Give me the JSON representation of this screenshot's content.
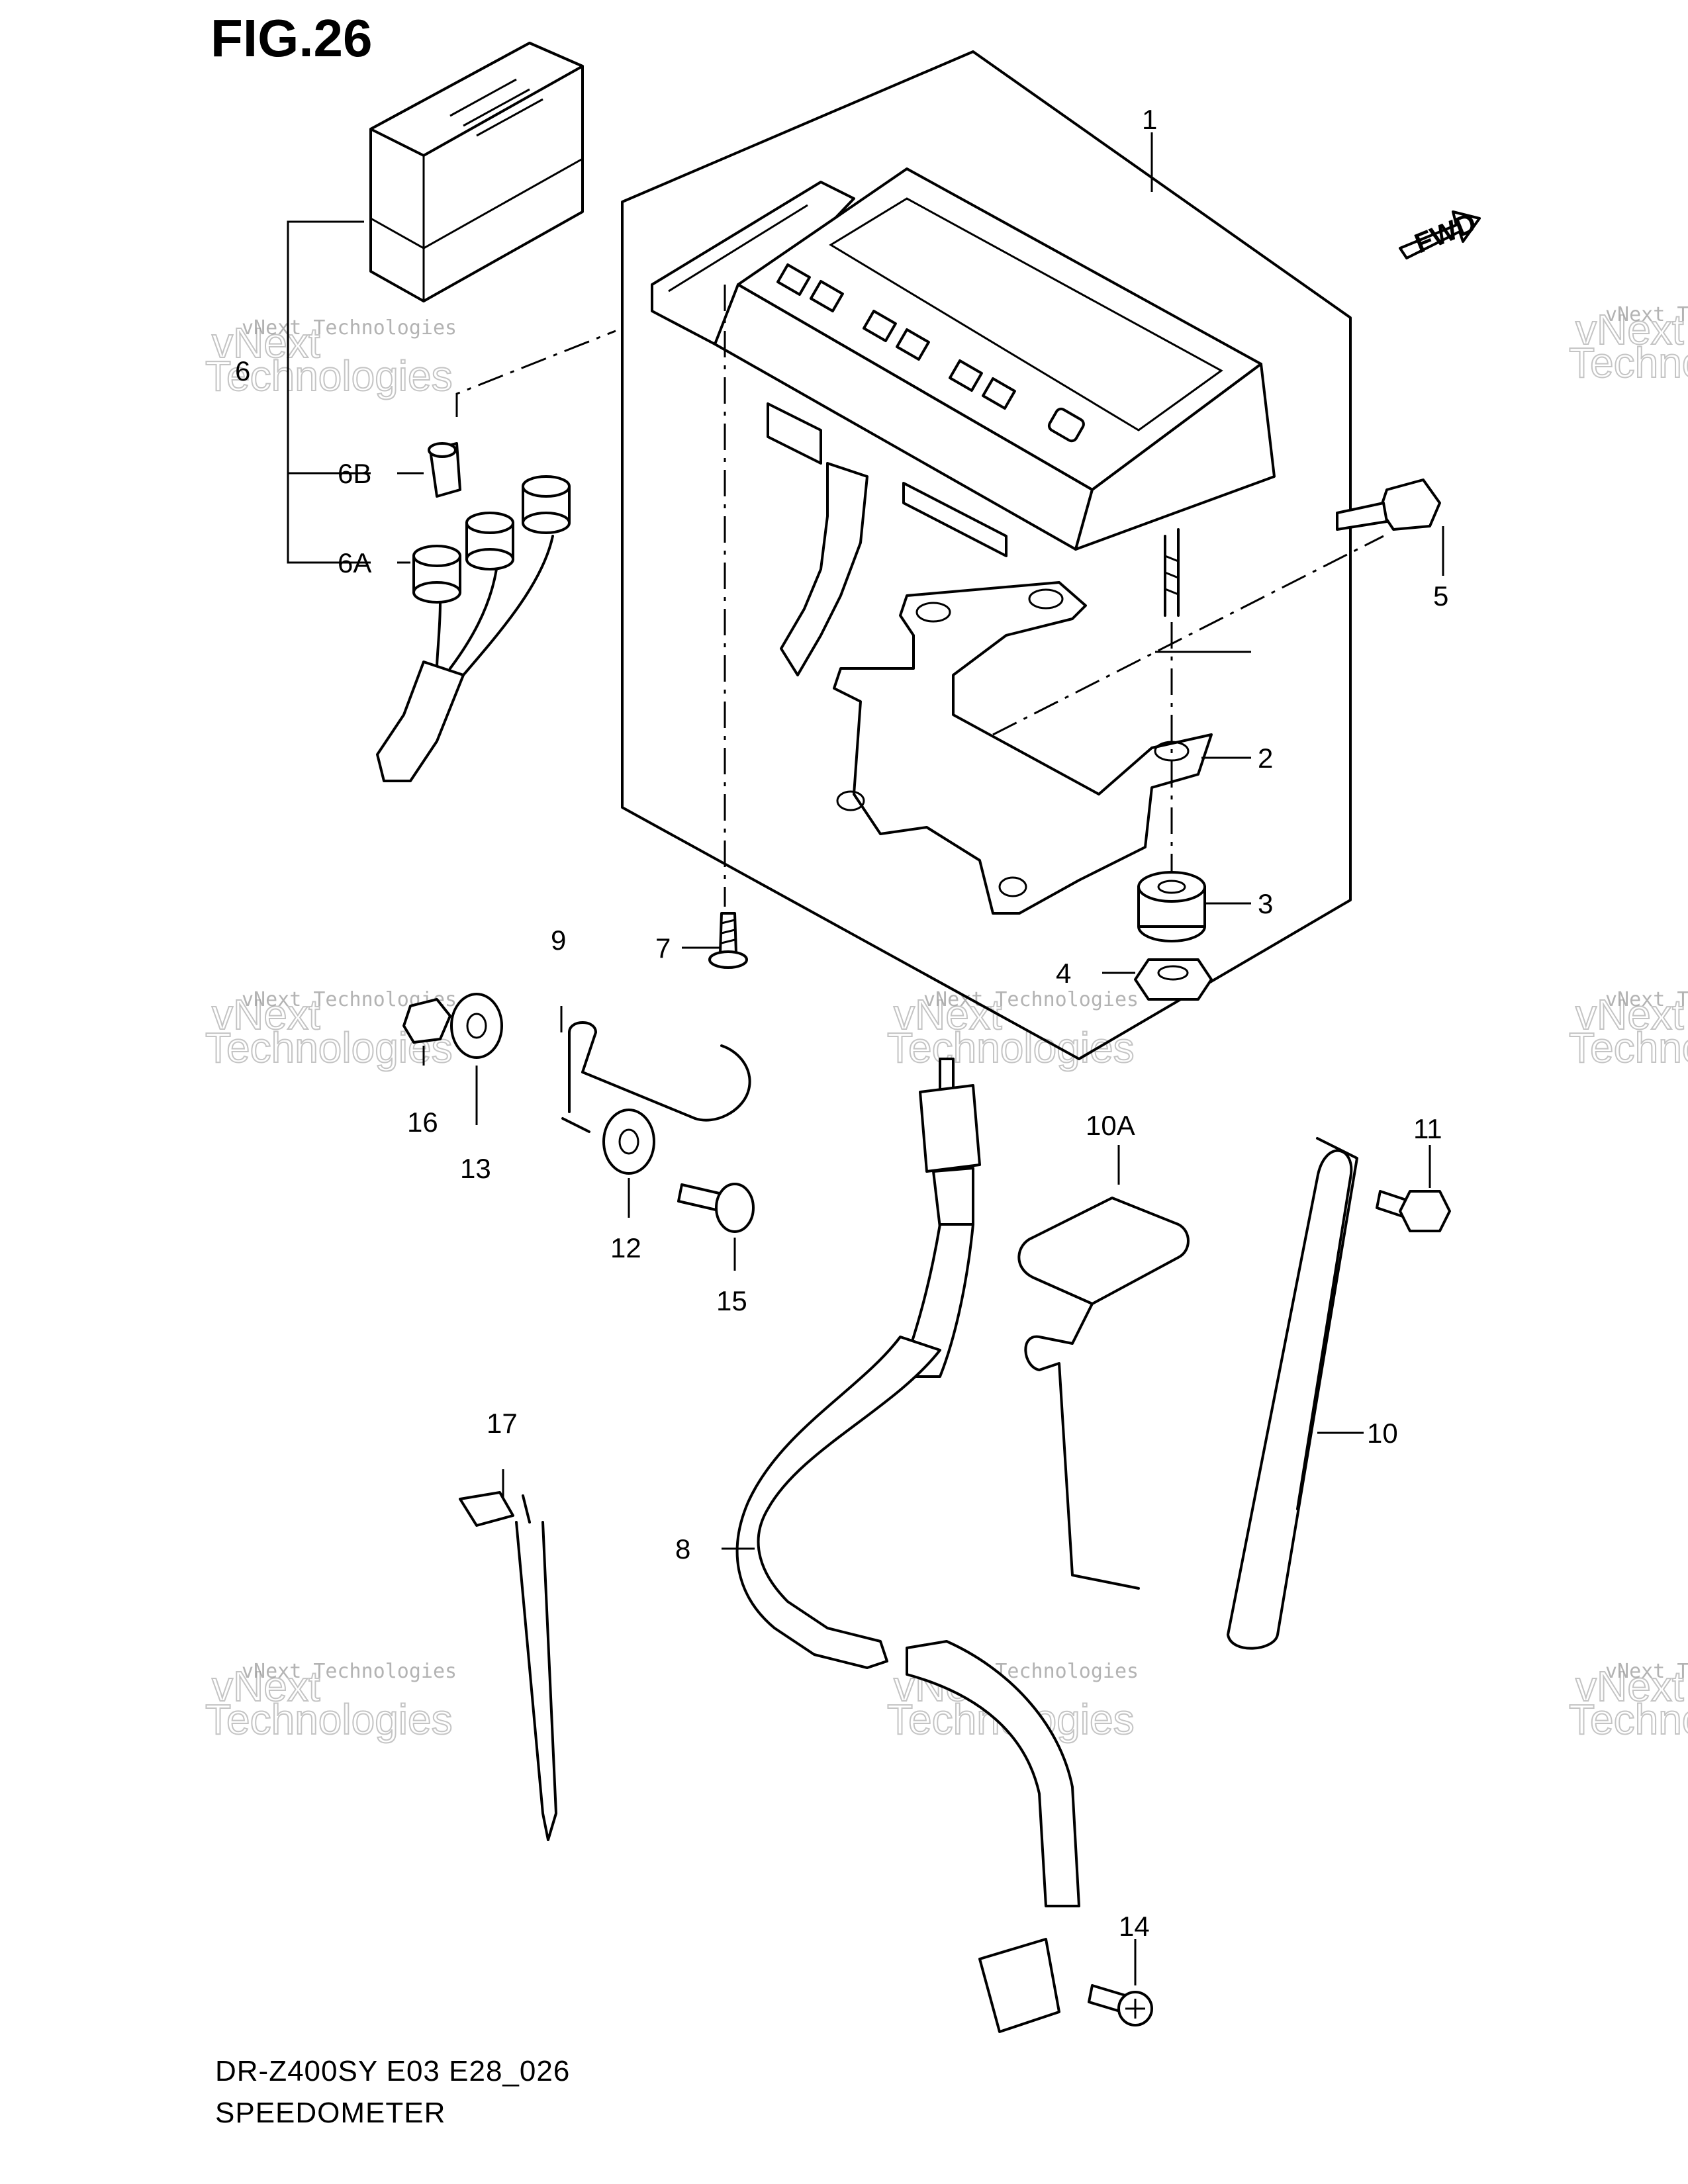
{
  "figure": {
    "title": "FIG.26",
    "model_code": "DR-Z400SY  E03  E28_026",
    "name": "SPEEDOMETER"
  },
  "fwd_label": "FWD",
  "callouts": [
    {
      "id": "1",
      "text": "1"
    },
    {
      "id": "2",
      "text": "2"
    },
    {
      "id": "3",
      "text": "3"
    },
    {
      "id": "4",
      "text": "4"
    },
    {
      "id": "5",
      "text": "5"
    },
    {
      "id": "6",
      "text": "6"
    },
    {
      "id": "6A",
      "text": "6A"
    },
    {
      "id": "6B",
      "text": "6B"
    },
    {
      "id": "7",
      "text": "7"
    },
    {
      "id": "8",
      "text": "8"
    },
    {
      "id": "9",
      "text": "9"
    },
    {
      "id": "10",
      "text": "10"
    },
    {
      "id": "10A",
      "text": "10A"
    },
    {
      "id": "11",
      "text": "11"
    },
    {
      "id": "12",
      "text": "12"
    },
    {
      "id": "13",
      "text": "13"
    },
    {
      "id": "14",
      "text": "14"
    },
    {
      "id": "15",
      "text": "15"
    },
    {
      "id": "16",
      "text": "16"
    },
    {
      "id": "17",
      "text": "17"
    }
  ],
  "watermark": {
    "line1": "vNext Technologies",
    "line2": "vNext",
    "line3": "Technologies"
  }
}
